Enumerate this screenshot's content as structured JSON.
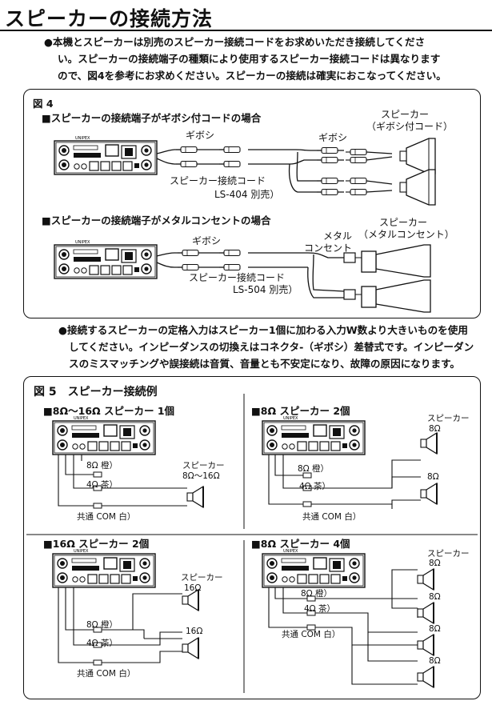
{
  "title": "スピーカーの接続方法",
  "intro": [
    "●本機とスピーカーは別売のスピーカー接続コードをお求めいただき接続してくださ",
    "い。スピーカーの接続端子の種類により使用するスピーカー接続コードは異なります",
    "ので、図4を参考にお求めください。スピーカーの接続は確実におこなってください。"
  ],
  "fig4": {
    "heading": "図 4",
    "case1": "■スピーカーの接続端子がギボシ付コードの場合",
    "case1_gibosi_left": "ギボシ",
    "case1_gibosi_right": "ギボシ",
    "case1_speaker": "スピーカー",
    "case1_speaker_sub": "（ギボシ付コード）",
    "case1_cord": "スピーカー接続コード",
    "case1_cord_model": "LS-404 別売）",
    "case2": "■スピーカーの接続端子がメタルコンセントの場合",
    "case2_gibosi": "ギボシ",
    "case2_metal": "メタル",
    "case2_consent": "コンセント",
    "case2_speaker": "スピーカー",
    "case2_speaker_sub": "（メタルコンセント）",
    "case2_cord": "スピーカー接続コード",
    "case2_cord_model": "LS-504 別売）"
  },
  "note": [
    "●接続するスピーカーの定格入力はスピーカー1個に加わる入力W数より大きいものを使用",
    "してください。インピーダンスの切換えはコネクタ-（ギボシ）差替式です。インピーダン",
    "スのミスマッチングや誤接続は音質、音量とも不安定になり、故障の原因になります。"
  ],
  "fig5": {
    "heading": "図 5　スピーカー接続例",
    "q1": {
      "title": "■8Ω～16Ω スピーカー 1個",
      "tap8": "8Ω 橙）",
      "tap4": "4Ω 茶）",
      "com": "共通 COM 白）",
      "speaker": "スピーカー",
      "speaker_imp": "8Ω～16Ω"
    },
    "q2": {
      "title": "■8Ω スピーカー 2個",
      "tap8": "8Ω 橙）",
      "tap4": "4Ω 茶）",
      "com": "共通 COM 白）",
      "speaker": "スピーカー",
      "imp_a": "8Ω",
      "imp_b": "8Ω"
    },
    "q3": {
      "title": "■16Ω スピーカー 2個",
      "tap8": "8Ω 橙）",
      "tap4": "4Ω 茶）",
      "com": "共通 COM 白）",
      "speaker": "スピーカー",
      "imp_a": "16Ω",
      "imp_b": "16Ω"
    },
    "q4": {
      "title": "■8Ω スピーカー 4個",
      "tap8": "8Ω 橙）",
      "tap4": "4Ω 茶）",
      "com": "共通 COM 白）",
      "speaker": "スピーカー",
      "imp_a": "8Ω",
      "imp_b": "8Ω",
      "imp_c": "8Ω",
      "imp_d": "8Ω"
    }
  },
  "unit_brand": "UNIPEX"
}
